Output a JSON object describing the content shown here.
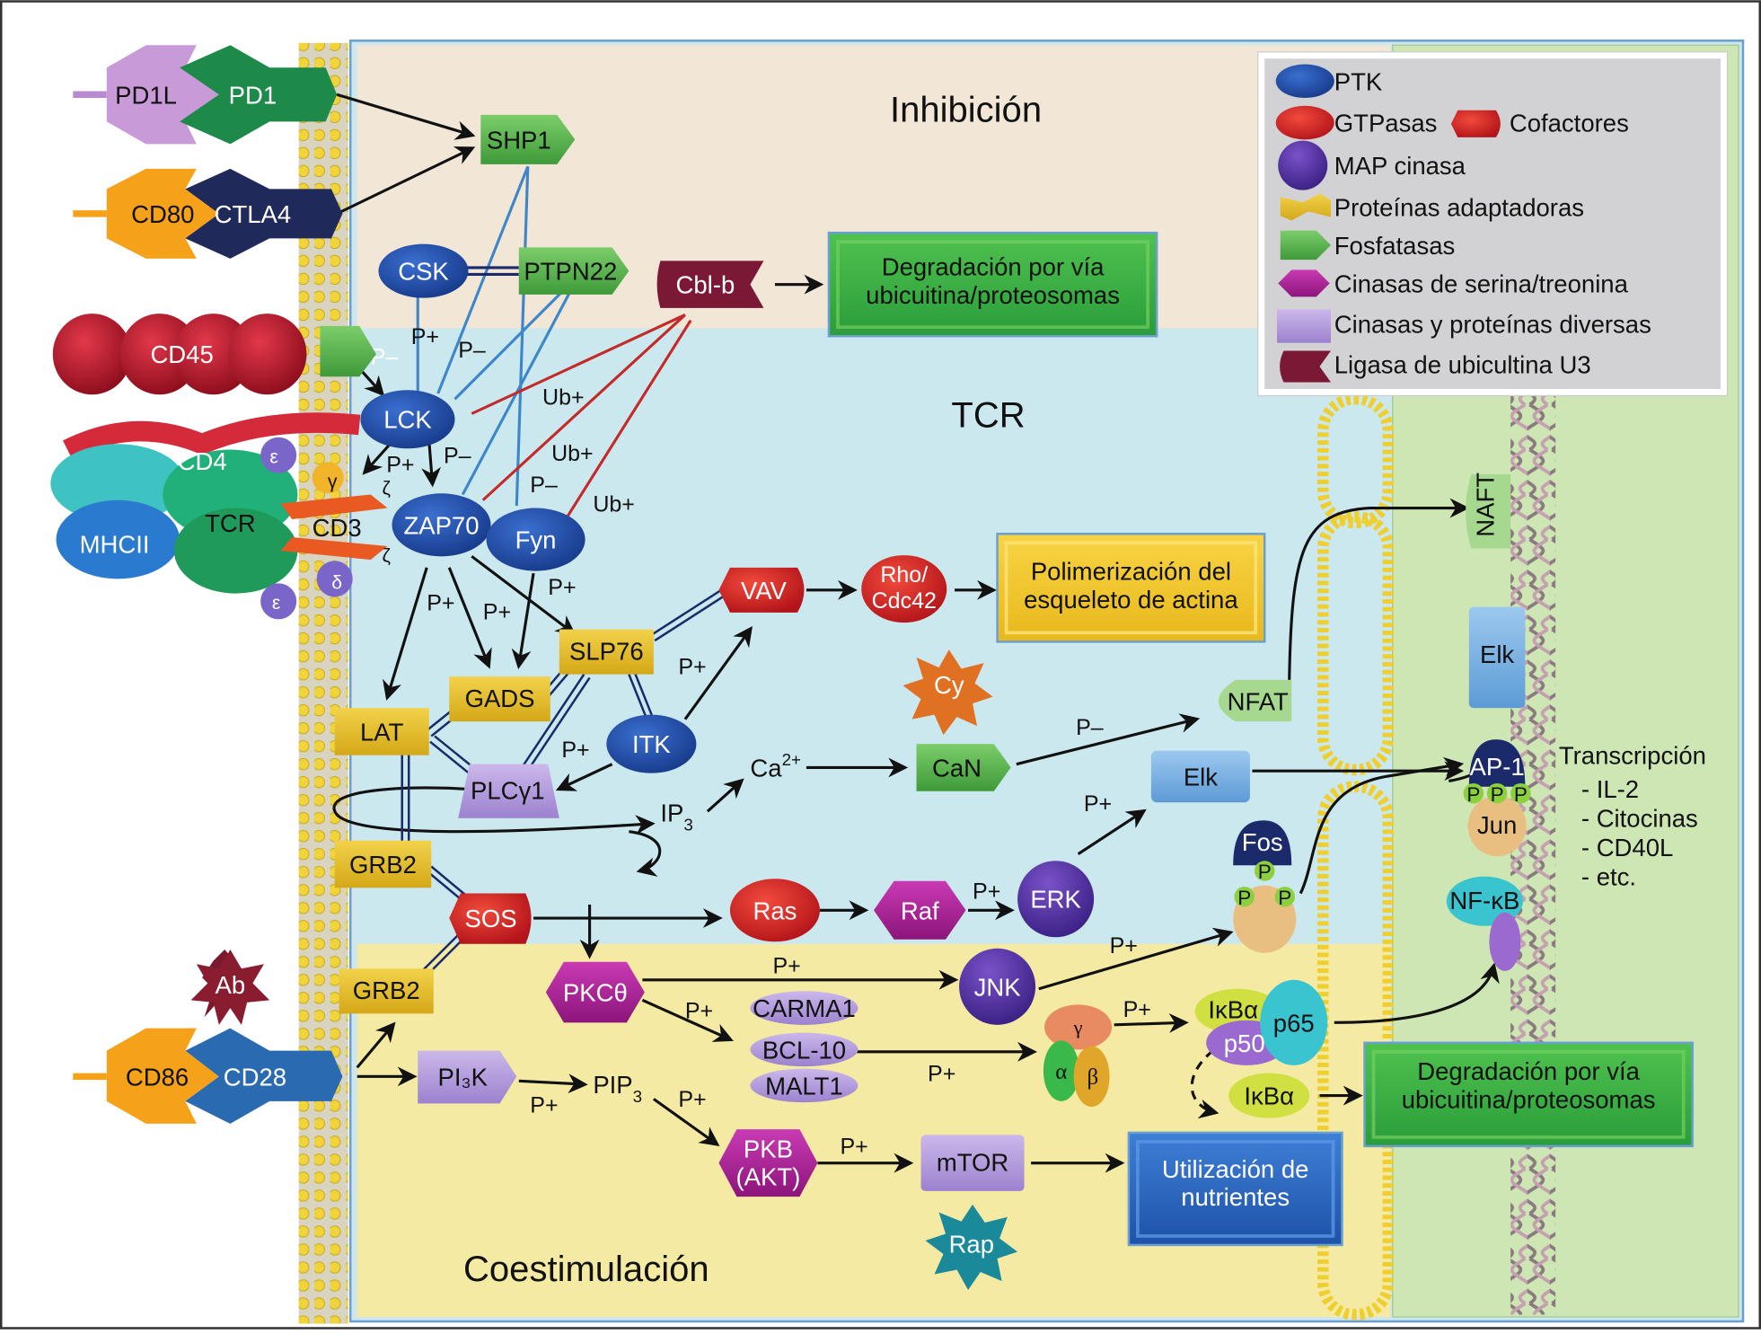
{
  "regions": {
    "inhibition": "Inhibición",
    "tcr": "TCR",
    "costim": "Coestimulación"
  },
  "legend": [
    {
      "shape": "ellipse-blue",
      "label": "PTK",
      "color": "#1f4aa0"
    },
    {
      "shape": "ellipse-red",
      "label": "GTPasas",
      "color": "#e02a2a"
    },
    {
      "shape": "hex-red",
      "label": "Cofactores",
      "color": "#e02a2a"
    },
    {
      "shape": "circle-purple",
      "label": "MAP cinasa",
      "color": "#5a32a8"
    },
    {
      "shape": "adapter-yellow",
      "label": "Proteínas adaptadoras",
      "color": "#e8c030"
    },
    {
      "shape": "arrow-green",
      "label": "Fosfatasas",
      "color": "#5cb84a"
    },
    {
      "shape": "hex-magenta",
      "label": "Cinasas de serina/treonina",
      "color": "#b0229a"
    },
    {
      "shape": "rect-lilac",
      "label": "Cinasas y proteínas diversas",
      "color": "#b7a2dc"
    },
    {
      "shape": "ligase",
      "label": "Ligasa de ubicultina U3",
      "color": "#7a1836"
    }
  ],
  "receptors": {
    "pd1l": "PD1L",
    "pd1": "PD1",
    "cd80": "CD80",
    "ctla4": "CTLA4",
    "cd45": "CD45",
    "cd4": "CD4",
    "tcr": "TCR",
    "cd3": "CD3",
    "mhcii": "MHCII",
    "epsilon": "ε",
    "gamma": "γ",
    "delta": "δ",
    "zeta": "ζ",
    "ab": "Ab",
    "cd86": "CD86",
    "cd28": "CD28"
  },
  "nodes": {
    "shp1": "SHP1",
    "csk": "CSK",
    "ptpn22": "PTPN22",
    "cblb": "Cbl-b",
    "lck": "LCK",
    "zap70": "ZAP70",
    "fyn": "Fyn",
    "vav": "VAV",
    "rho": [
      "Rho/",
      "Cdc42"
    ],
    "slp76": "SLP76",
    "gads": "GADS",
    "lat": "LAT",
    "itk": "ITK",
    "plcg1": "PLCγ1",
    "grb2a": "GRB2",
    "grb2b": "GRB2",
    "sos": "SOS",
    "ras": "Ras",
    "raf": "Raf",
    "erk": "ERK",
    "cy": "Cy",
    "can": "CaN",
    "nfat": "NFAT",
    "elk": "Elk",
    "fos": "Fos",
    "p": "P",
    "pkc": "PKCθ",
    "jnk": "JNK",
    "carma1": "CARMA1",
    "bcl10": "BCL-10",
    "malt1": "MALT1",
    "ikk_g": "γ",
    "ikk_a": "α",
    "ikk_b": "β",
    "ikba": "IκBα",
    "p50": "p50",
    "p65": "p65",
    "ikba2": "IκBα",
    "pi3k": "PI₃K",
    "pip3": "PIP",
    "pip3_sub": "3",
    "pkb": [
      "PKB",
      "(AKT)"
    ],
    "mtor": "mTOR",
    "rap": "Rap",
    "ip3": "IP",
    "ip3_sub": "3",
    "ca": "Ca",
    "ca_sup": "2+",
    "naft": "NAFT",
    "elk_n": "Elk",
    "ap1": "AP-1",
    "jun": "Jun",
    "nfkb": "NF-κB"
  },
  "outcome_boxes": {
    "degradation_top": [
      "Degradación por vía",
      "ubicuitina/proteosomas"
    ],
    "actin": [
      "Polimerización del",
      "esqueleto de actina"
    ],
    "degradation_bottom": [
      "Degradación por vía",
      "ubicuitina/proteosomas"
    ],
    "nutrients": [
      "Utilización de",
      "nutrientes"
    ]
  },
  "transcription": {
    "title": "Transcripción",
    "items": [
      "- IL-2",
      "- Citocinas",
      "- CD40L",
      "- etc."
    ]
  },
  "edge_labels": {
    "p_plus": "P+",
    "p_minus": "P–",
    "ub_plus": "Ub+"
  }
}
